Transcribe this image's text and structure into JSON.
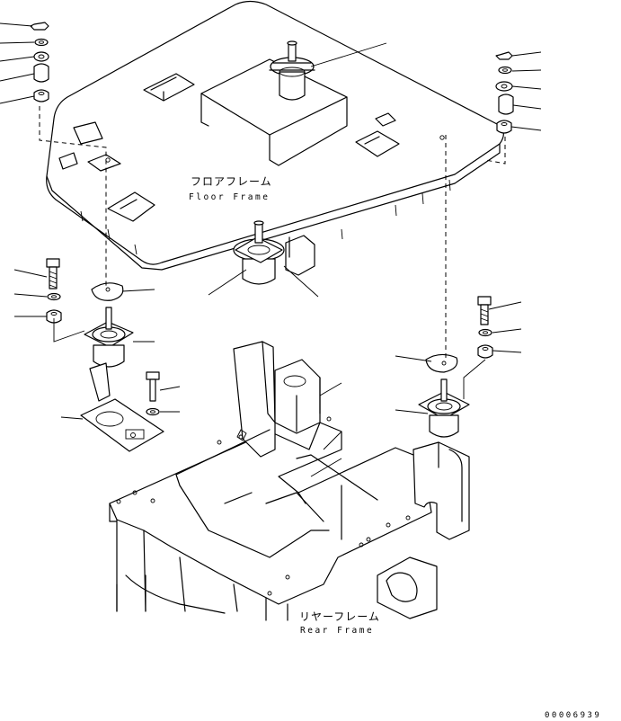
{
  "labels": {
    "floor_frame_jp": "フロアフレーム",
    "floor_frame_en": "Floor Frame",
    "rear_frame_jp": "リヤーフレーム",
    "rear_frame_en": "Rear Frame",
    "drawing_code": "00006939"
  }
}
